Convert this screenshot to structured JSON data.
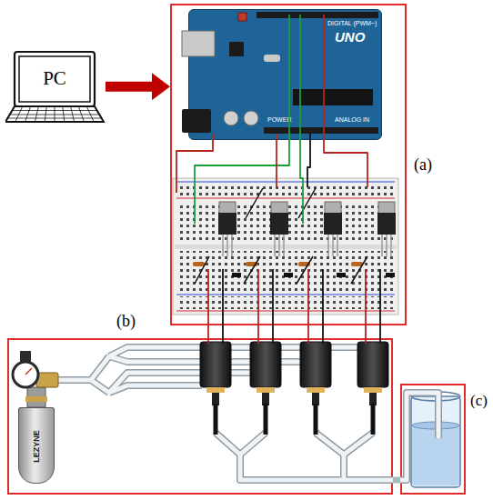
{
  "diagram": {
    "nodes": [
      {
        "text": [
          "PC"
        ]
      },
      {
        "text": [
          "(a)"
        ]
      },
      {
        "text": [
          "DIGITAL (PWM~)",
          "UNO",
          "POWER",
          "ANALOG IN"
        ],
        "in": 1
      },
      {
        "text": [
          "(b)"
        ]
      },
      {
        "text": [
          "LEZYNE"
        ],
        "in": 3
      },
      {
        "text": [
          "(c)"
        ]
      }
    ],
    "edges": [
      {
        "from": 0,
        "to": 1,
        "arrow": "to"
      },
      {
        "from": 3,
        "to": 5,
        "arrow": "none"
      }
    ]
  }
}
